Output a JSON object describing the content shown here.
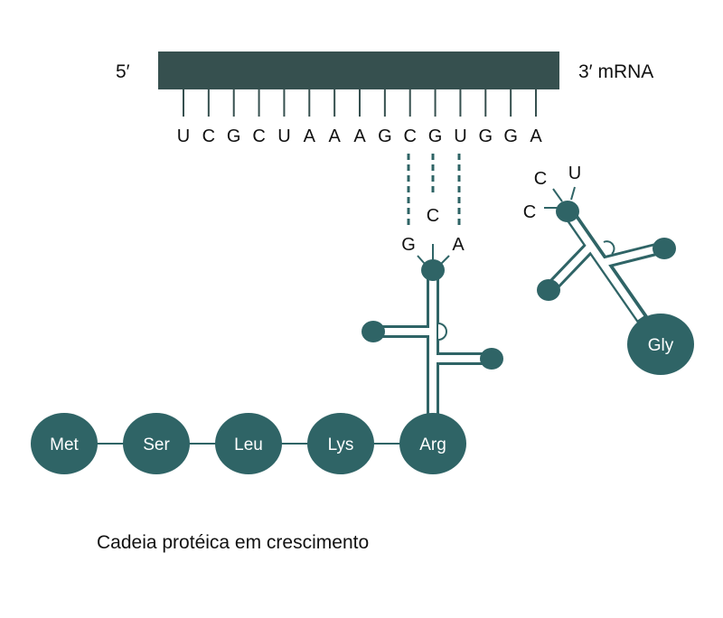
{
  "colors": {
    "teal": "#2f6466",
    "mrna_bar": "#36504f",
    "text": "#111111"
  },
  "mrna": {
    "five_prime": "5′",
    "three_prime": "3′ mRNA",
    "bases": [
      "U",
      "C",
      "G",
      "C",
      "U",
      "A",
      "A",
      "A",
      "G",
      "C",
      "G",
      "U",
      "G",
      "G",
      "A"
    ]
  },
  "trna_arg": {
    "anticodon": [
      "G",
      "C",
      "A"
    ],
    "amino_acid": "Arg"
  },
  "trna_gly": {
    "anticodon": [
      "C",
      "C",
      "U"
    ],
    "amino_acid": "Gly"
  },
  "chain": {
    "residues": [
      "Met",
      "Ser",
      "Leu",
      "Lys"
    ]
  },
  "caption": "Cadeia protéica em crescimento"
}
